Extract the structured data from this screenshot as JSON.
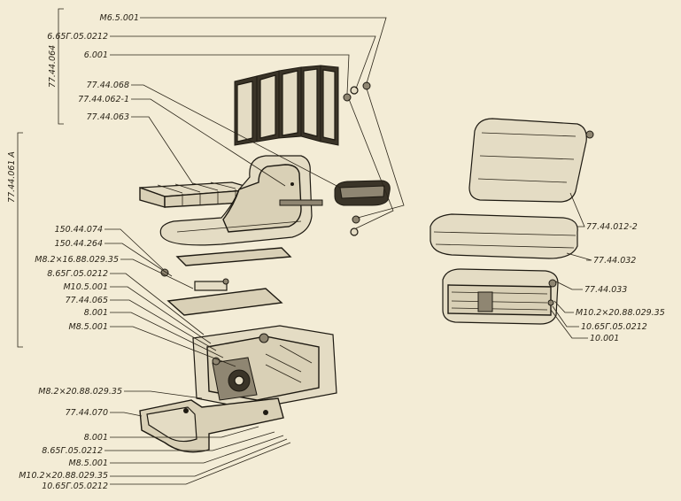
{
  "labels": {
    "left_top": [
      "M6.5.001",
      "6.65Г.05.0212",
      "6.001"
    ],
    "left_mid": [
      "77.44.068",
      "77.44.062-1",
      "77.44.063"
    ],
    "left_bracket": [
      "150.44.074",
      "150.44.264",
      "M8.2×16.88.029.35",
      "8.65Г.05.0212",
      "M10.5.001",
      "77.44.065",
      "8.001",
      "M8.5.001"
    ],
    "left_bottom": [
      "M8.2×20.88.029.35",
      "77.44.070",
      "8.001",
      "8.65Г.05.0212",
      "M8.5.001",
      "M10.2×20.88.029.35",
      "10.65Г.05.0212"
    ],
    "right": [
      "77.44.012-2",
      "77.44.032",
      "77.44.033",
      "M10.2×20.88.029.35",
      "10.65Г.05.0212",
      "10.001"
    ],
    "vertical": [
      "77.44.064",
      "77.44.061 A"
    ]
  }
}
